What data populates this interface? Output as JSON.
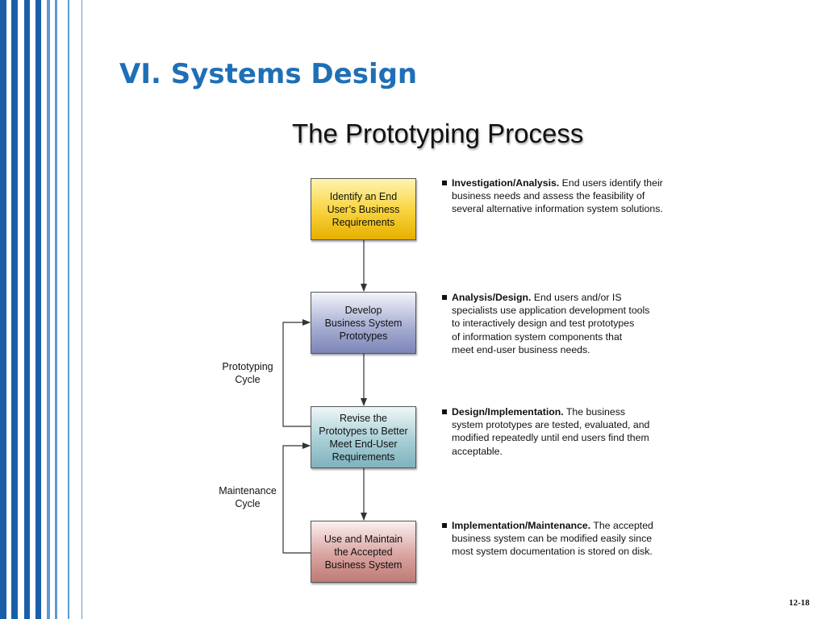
{
  "slide": {
    "title": "VI. Systems Design",
    "subtitle": "The Prototyping Process",
    "page_number": "12-18"
  },
  "colors": {
    "title": "#1f6fb6",
    "stripe_dark": "#1a5ea8",
    "stripe_light": "#5b9bd5"
  },
  "diagram": {
    "boxes": [
      {
        "label": "Identify an End\nUser’s Business\nRequirements"
      },
      {
        "label": "Develop\nBusiness System\nPrototypes"
      },
      {
        "label": "Revise the\nPrototypes to Better\nMeet End-User\nRequirements"
      },
      {
        "label": "Use and Maintain\nthe Accepted\nBusiness System"
      }
    ],
    "cycles": [
      {
        "label": "Prototyping\nCycle"
      },
      {
        "label": "Maintenance\nCycle"
      }
    ],
    "descriptions": [
      {
        "heading": "Investigation/Analysis.",
        "text": " End users identify their\nbusiness needs and assess the feasibility of\nseveral alternative information system solutions."
      },
      {
        "heading": "Analysis/Design.",
        "text": " End users and/or IS\nspecialists use application development tools\nto interactively design and test prototypes\nof information system components that\nmeet end-user business needs."
      },
      {
        "heading": "Design/Implementation.",
        "text": " The business\nsystem prototypes are tested, evaluated, and\nmodified repeatedly until end users find them\nacceptable."
      },
      {
        "heading": "Implementation/Maintenance.",
        "text": " The accepted\nbusiness system can be modified easily since\nmost system documentation is stored on disk."
      }
    ]
  }
}
